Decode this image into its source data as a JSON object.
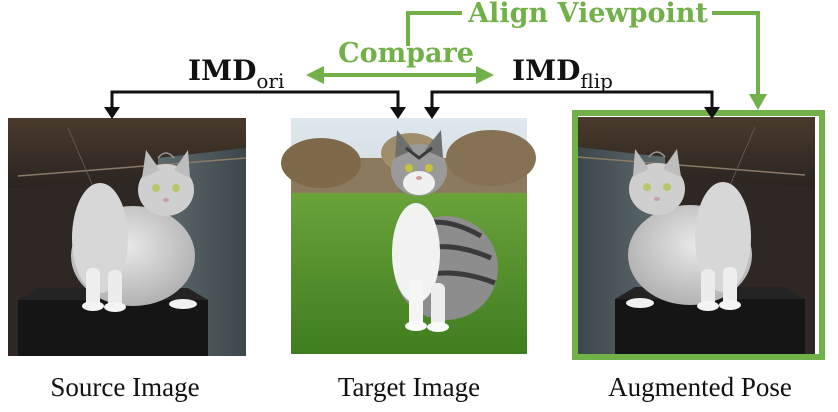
{
  "diagram": {
    "labels": {
      "align_viewpoint": "Align Viewpoint",
      "compare": "Compare",
      "imd_ori_main": "IMD",
      "imd_ori_sub": "ori",
      "imd_flip_main": "IMD",
      "imd_flip_sub": "flip"
    },
    "captions": {
      "source": "Source Image",
      "target": "Target Image",
      "augmented": "Augmented Pose"
    },
    "colors": {
      "green": "#72b04a",
      "arrow_black": "#111111"
    }
  }
}
